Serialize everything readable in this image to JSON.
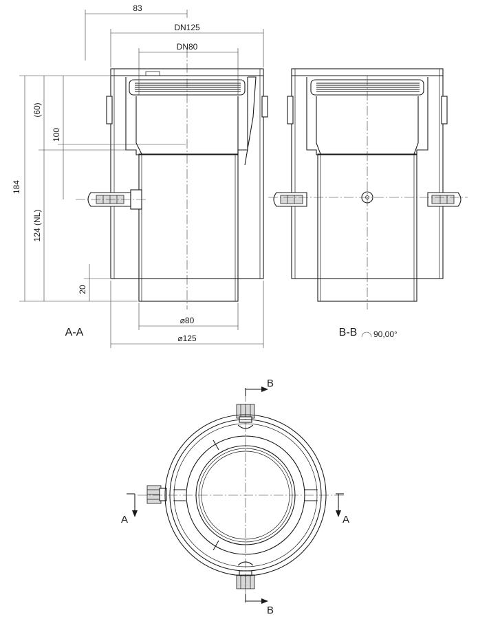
{
  "dimensions": {
    "d83": "83",
    "dn125": "DN125",
    "dn80": "DN80",
    "d184": "184",
    "d60": "(60)",
    "d100": "100",
    "d124": "124 (NL)",
    "d20": "20",
    "dia80": "⌀80",
    "dia125": "⌀125"
  },
  "sections": {
    "aa": "A-A",
    "bb": "B-B",
    "bb_angle": "90,00°"
  },
  "markers": {
    "a_left": "A",
    "a_right": "A",
    "b_top": "B",
    "b_bottom": "B"
  }
}
